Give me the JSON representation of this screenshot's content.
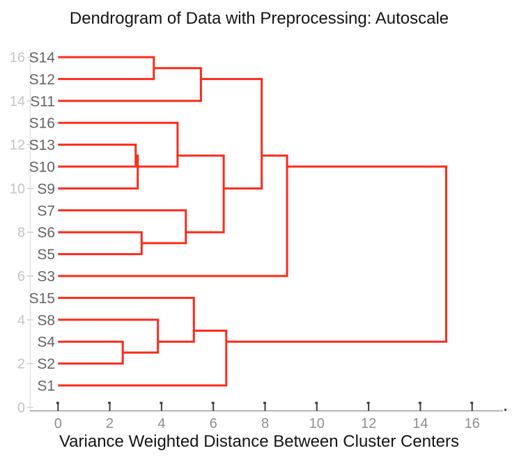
{
  "chart_data": {
    "type": "dendrogram",
    "title": "Dendrogram of Data with Preprocessing: Autoscale",
    "xlabel": "Variance Weighted Distance Between Cluster Centers",
    "ylabel": "",
    "orientation": "horizontal-left-leaves",
    "leaves_top_to_bottom": [
      "S14",
      "S12",
      "S11",
      "S16",
      "S13",
      "S10",
      "S9",
      "S7",
      "S6",
      "S5",
      "S3",
      "S15",
      "S8",
      "S4",
      "S2",
      "S1"
    ],
    "merges": [
      {
        "id": "n1",
        "a": "S4",
        "b": "S2",
        "distance": 2.5
      },
      {
        "id": "n2",
        "a": "S13",
        "b": "S10",
        "distance": 3.0
      },
      {
        "id": "n3",
        "a": "n2",
        "b": "S9",
        "distance": 3.08
      },
      {
        "id": "n4",
        "a": "S6",
        "b": "S5",
        "distance": 3.23
      },
      {
        "id": "n5",
        "a": "S14",
        "b": "S12",
        "distance": 3.7
      },
      {
        "id": "n6",
        "a": "n1",
        "b": "S8",
        "distance": 3.86
      },
      {
        "id": "n7",
        "a": "S16",
        "b": "n3",
        "distance": 4.62
      },
      {
        "id": "n8",
        "a": "S7",
        "b": "n4",
        "distance": 4.94
      },
      {
        "id": "n9",
        "a": "n6",
        "b": "S15",
        "distance": 5.25
      },
      {
        "id": "n10",
        "a": "n5",
        "b": "S11",
        "distance": 5.52
      },
      {
        "id": "n11",
        "a": "n9",
        "b": "S1",
        "distance": 6.5
      },
      {
        "id": "n12",
        "a": "n7",
        "b": "n8",
        "distance": 6.4
      },
      {
        "id": "n13",
        "a": "n10",
        "b": "n12",
        "distance": 7.87
      },
      {
        "id": "n14",
        "a": "n13",
        "b": "S3",
        "distance": 8.85
      },
      {
        "id": "n15",
        "a": "n14",
        "b": "n11",
        "distance": 15.0
      }
    ],
    "x_ticks": [
      0,
      2,
      4,
      6,
      8,
      10,
      12,
      14,
      16
    ],
    "y_ticks": [
      0,
      2,
      4,
      6,
      8,
      10,
      12,
      14,
      16
    ],
    "xlim": [
      0,
      17.3
    ],
    "ylim": [
      0,
      16
    ],
    "grid": false,
    "legend": "none",
    "colors": {
      "link": "#fc2b1a",
      "title": "#141414",
      "xlabel": "#141414",
      "leaf_label": "#636363",
      "x_tick_label": "#8e8e8e",
      "y_tick_label": "#c4c4c4",
      "x_axis_line": "#9a9a9a",
      "y_axis_line": "#e0e0e0",
      "x_tick_mark": "#3c3c3c",
      "y_tick_mark": "#d4d4d4"
    }
  }
}
